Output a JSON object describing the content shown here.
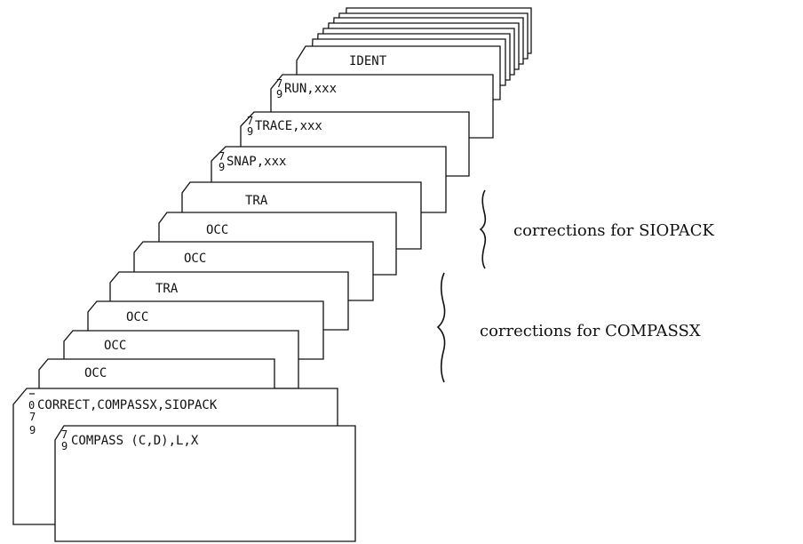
{
  "cards": {
    "ident": "IDENT",
    "run": "RUN,xxx",
    "trace": "TRACE,xxx",
    "snap": "SNAP,xxx",
    "tra_1": "TRA",
    "occ_1": "OCC",
    "occ_2": "OCC",
    "tra_2": "TRA",
    "occ_3": "OCC",
    "occ_4": "OCC",
    "occ_5": "OCC",
    "correct": "CORRECT,COMPASSX,SIOPACK",
    "compass": "COMPASS (C,D),L,X"
  },
  "punch_marks": {
    "seven": "7",
    "nine": "9",
    "zero": "0"
  },
  "annotations": {
    "siopack": "corrections for SIOPACK",
    "compassx": "corrections for COMPASSX"
  }
}
